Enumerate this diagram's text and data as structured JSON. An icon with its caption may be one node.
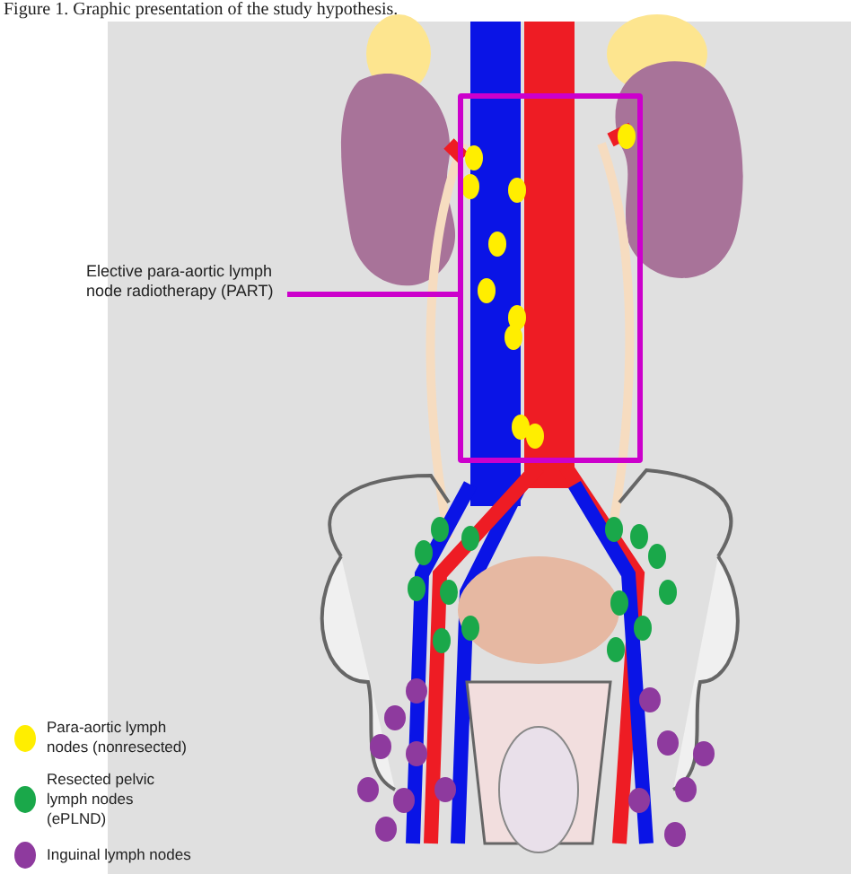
{
  "diagram": {
    "title": "Figure 1. Graphic presentation of the study hypothesis.",
    "nodes": [
      {
        "text": [
          "Elective para-aortic lymph node radiotherapy (PART)"
        ]
      },
      {
        "text": [],
        "shape": "box"
      }
    ],
    "edges": [
      {
        "from": 0,
        "to": 1,
        "arrow": "none",
        "color": "#cc00cc"
      }
    ],
    "legend": [
      {
        "text": "Para-aortic lymph nodes (nonresected)",
        "color": "#ffee00"
      },
      {
        "text": "Resected pelvic lymph nodes (ePLND)",
        "color": "#1aa84a"
      },
      {
        "text": "Inguinal lymph nodes",
        "color": "#8e3a9e"
      }
    ]
  }
}
